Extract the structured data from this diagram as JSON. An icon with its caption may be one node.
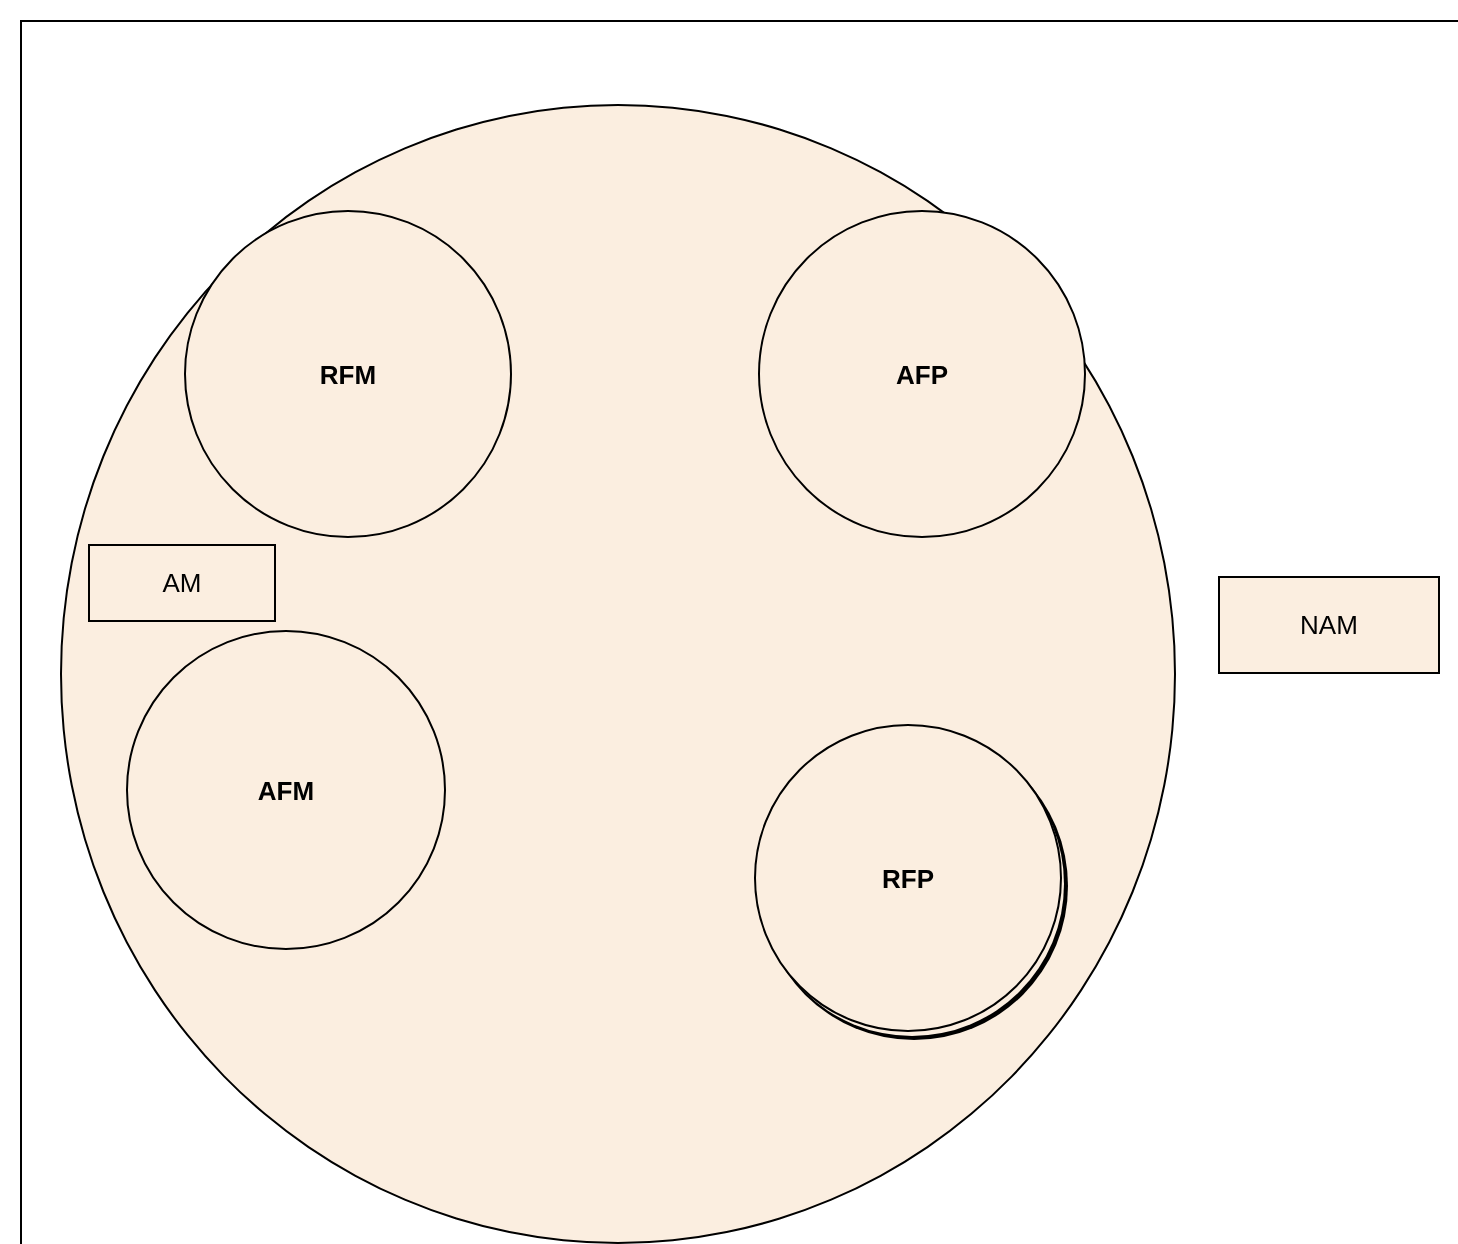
{
  "diagram": {
    "nodes": [
      {
        "text": [],
        "shape": "circle"
      },
      {
        "text": [
          "RFM"
        ],
        "in": 0
      },
      {
        "text": [
          "AFP"
        ],
        "in": 0
      },
      {
        "text": [
          "AM"
        ],
        "in": 0
      },
      {
        "text": [
          "NAM"
        ]
      },
      {
        "text": [
          "AFM"
        ],
        "in": 0
      },
      {
        "text": [
          "RFP"
        ],
        "in": 0
      }
    ]
  }
}
